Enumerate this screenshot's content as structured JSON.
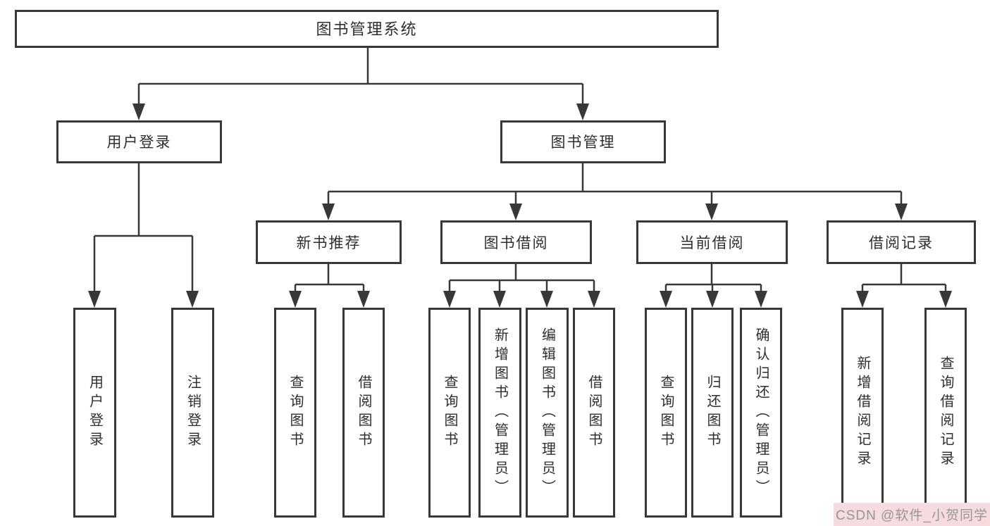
{
  "colors": {
    "line": "#383838",
    "box_border": "#383838",
    "text": "#2e2e2e",
    "watermark_bg": "#f6dcdc",
    "watermark_text": "#979797",
    "background": "#ffffff"
  },
  "root": {
    "label": "图书管理系统"
  },
  "branches": {
    "user_login": {
      "label": "用户登录",
      "children": [
        {
          "label": "用户登录"
        },
        {
          "label": "注销登录"
        }
      ]
    },
    "book_mgmt": {
      "label": "图书管理",
      "children": [
        {
          "label": "新书推荐",
          "children": [
            {
              "label": "查询图书"
            },
            {
              "label": "借阅图书"
            }
          ]
        },
        {
          "label": "图书借阅",
          "children": [
            {
              "label": "查询图书"
            },
            {
              "label": "新增图书（管理员）"
            },
            {
              "label": "编辑图书（管理员）"
            },
            {
              "label": "借阅图书"
            }
          ]
        },
        {
          "label": "当前借阅",
          "children": [
            {
              "label": "查询图书"
            },
            {
              "label": "归还图书"
            },
            {
              "label": "确认归还（管理员）"
            }
          ]
        },
        {
          "label": "借阅记录",
          "children": [
            {
              "label": "新增借阅记录"
            },
            {
              "label": "查询借阅记录"
            }
          ]
        }
      ]
    }
  },
  "watermark": "CSDN @软件_小贺同学"
}
